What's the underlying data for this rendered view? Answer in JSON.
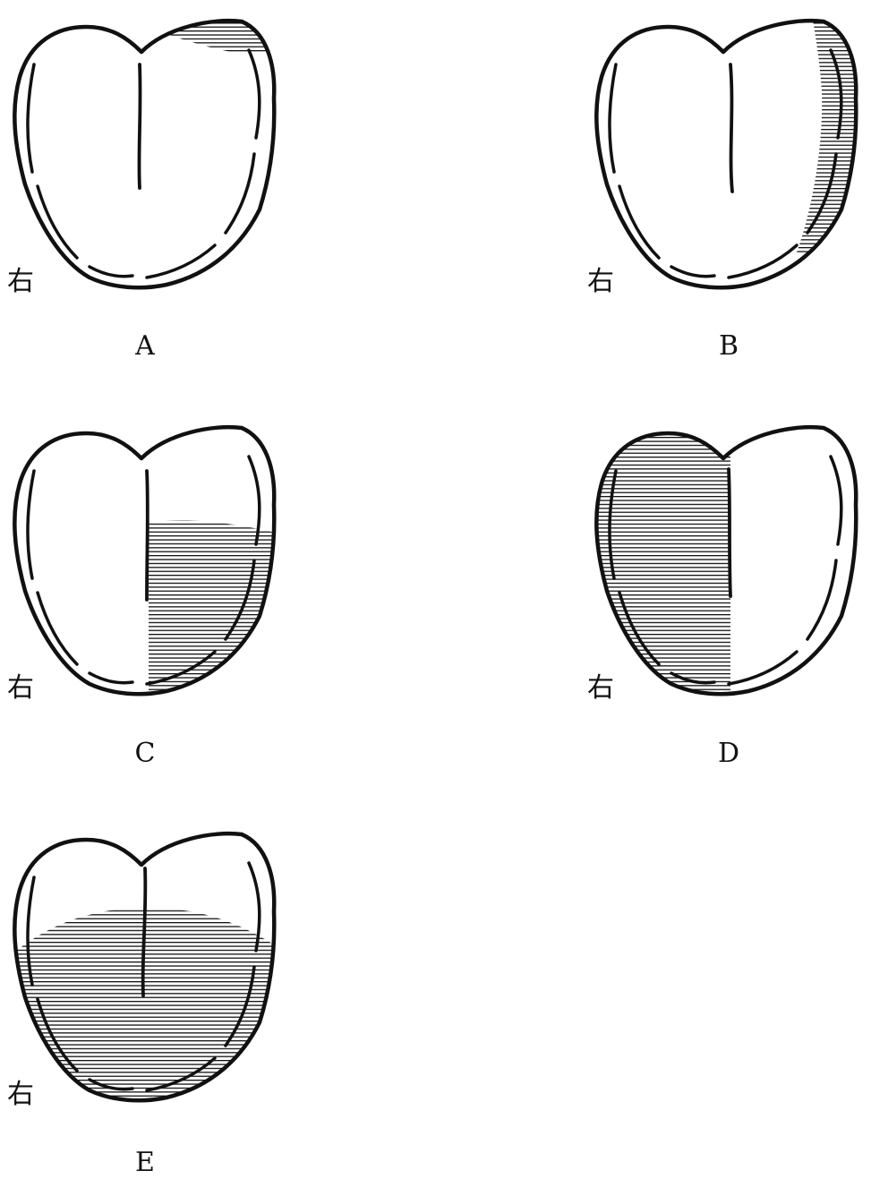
{
  "figure": {
    "side_label": "右",
    "panels": [
      {
        "id": "A",
        "label": "A",
        "region": "tip-left"
      },
      {
        "id": "B",
        "label": "B",
        "region": "left-edge"
      },
      {
        "id": "C",
        "label": "C",
        "region": "left-lower-half"
      },
      {
        "id": "D",
        "label": "D",
        "region": "right-half"
      },
      {
        "id": "E",
        "label": "E",
        "region": "lower-two-thirds"
      }
    ],
    "hatch_color": "#111111",
    "line_color": "#111111",
    "background": "#ffffff"
  }
}
